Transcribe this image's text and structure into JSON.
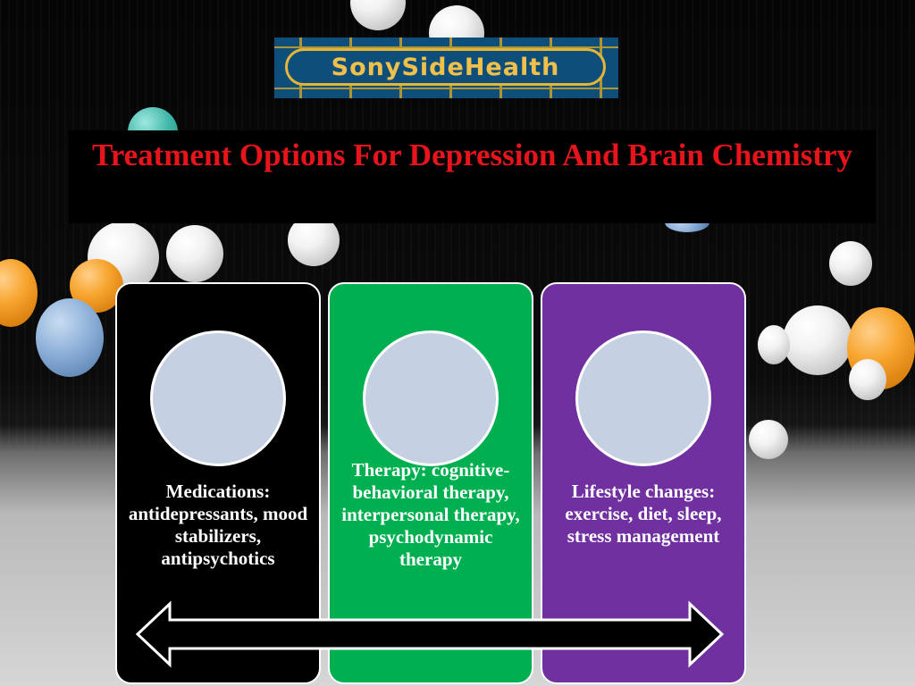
{
  "logo": {
    "text": "SonySideHealth"
  },
  "title": "Treatment Options For Depression And Brain Chemistry",
  "cards": [
    {
      "text": "Medications: antidepressants, mood stabilizers, antipsychotics",
      "color": "#000000"
    },
    {
      "text": "Therapy: cognitive-behavioral therapy, interpersonal therapy, psychodynamic therapy",
      "color": "#00b050"
    },
    {
      "text": "Lifestyle changes: exercise, diet, sleep, stress management",
      "color": "#7030a0"
    }
  ],
  "colors": {
    "title": "#e8141b",
    "circle": "#c5d1e3",
    "logo_bg": "#0d4e7a",
    "logo_gold": "#f0c04a"
  },
  "icons": [
    "double-headed-arrow"
  ]
}
